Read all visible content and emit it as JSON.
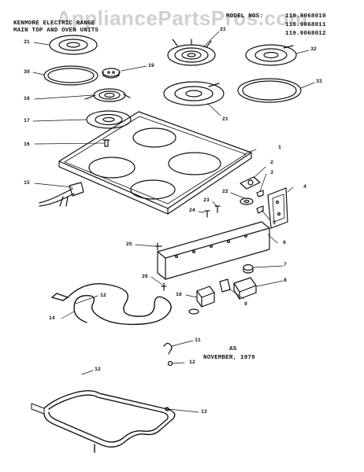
{
  "header": {
    "title_line1": "KENMORE ELECTRIC RANGE",
    "title_line2": "MAIN TOP AND OVEN UNITS",
    "model_label": "MODEL NOS:",
    "models": [
      "119.9068010",
      "119.9068011",
      "119.9068012"
    ]
  },
  "watermark": "AppliancePartsPros.com",
  "note": {
    "line1": "AS",
    "line2": "NOVEMBER, 1979"
  },
  "part_numbers": [
    "1",
    "2",
    "3",
    "4",
    "5",
    "6",
    "7",
    "8",
    "9",
    "11",
    "12",
    "12",
    "12",
    "13",
    "14",
    "15",
    "16",
    "17",
    "18",
    "18",
    "19",
    "21",
    "21",
    "22",
    "23",
    "24",
    "25",
    "26",
    "30",
    "31",
    "32",
    "33"
  ],
  "colors": {
    "ink": "#111111",
    "paper": "#ffffff",
    "watermark": "#969696"
  }
}
